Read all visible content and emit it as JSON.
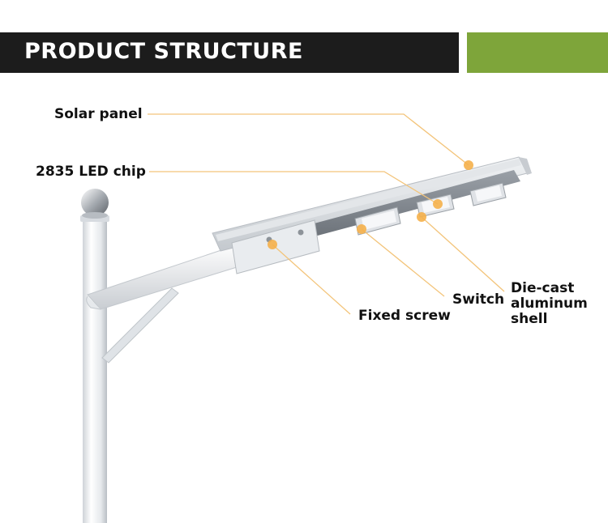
{
  "header": {
    "title": "PRODUCT STRUCTURE",
    "bar_color": "#1c1c1c",
    "accent_color": "#7ea53a"
  },
  "callouts": {
    "solar_panel": "Solar panel",
    "led_chip": "2835 LED chip",
    "fixed_screw": "Fixed screw",
    "switch": "Switch",
    "shell_line1": "Die-cast",
    "shell_line2": "aluminum",
    "shell_line3": "shell"
  },
  "colors": {
    "leader_line": "#f3c47a",
    "leader_dot": "#f5b04a",
    "pole": "#eef0f2",
    "panel": "#8a8f96"
  }
}
